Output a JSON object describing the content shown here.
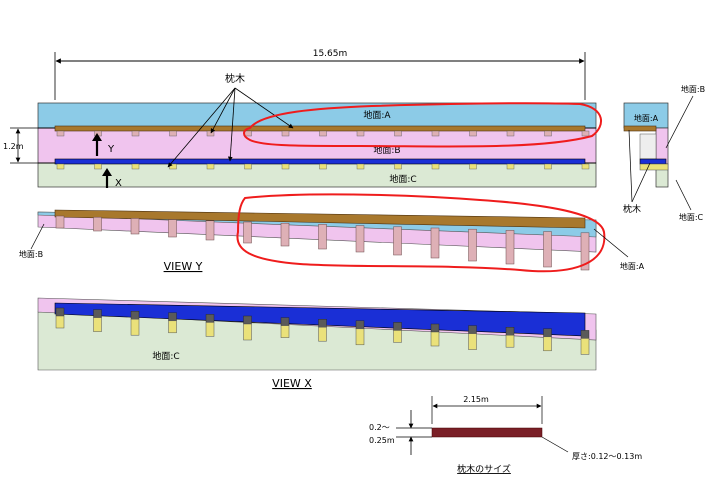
{
  "dimensions": {
    "overall_length": "15.65m",
    "height": "1.2m",
    "sleeper_length": "2.15m",
    "sleeper_width_line1": "0.2〜",
    "sleeper_width_line2": "0.25m",
    "sleeper_thickness": "厚さ:0.12〜0.13m"
  },
  "labels": {
    "sleeper_top": "枕木",
    "sleeper_side": "枕木",
    "ground_a_top": "地面:A",
    "ground_b_top": "地面:B",
    "ground_c_top": "地面:C",
    "ground_a_side": "地面:A",
    "ground_b_side": "地面:B",
    "ground_c_side": "地面:C",
    "ground_b_viewy": "地面:B",
    "ground_a_viewy": "地面:A",
    "ground_c_viewx": "地面:C",
    "axis_y": "Y",
    "axis_x": "X",
    "view_y_title": "VIEW Y",
    "view_x_title": "VIEW X",
    "sleeper_size_title": "枕木のサイズ"
  },
  "colors": {
    "ground_a": "#8ccbe7",
    "ground_b": "#f0c4ee",
    "ground_c": "#dbe9d4",
    "sleeper_brown": "#a8782d",
    "sleeper_blue": "#1a2fd6",
    "sleeper_dark": "#7a1f27",
    "pile_pink": "#deb0b6",
    "pile_yellow": "#eae17a",
    "highlight_red": "#ef1c1c"
  }
}
